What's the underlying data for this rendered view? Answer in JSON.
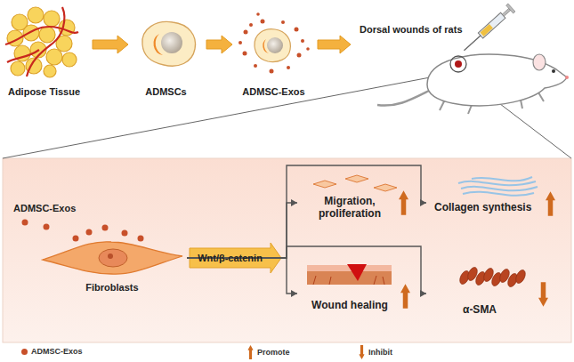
{
  "diagram": {
    "nodes": [
      {
        "text": [
          "Adipose Tissue"
        ]
      },
      {
        "text": [
          "ADMSCs"
        ]
      },
      {
        "text": [
          "ADMSC-Exos"
        ]
      },
      {
        "text": [
          "Dorsal wounds of rats"
        ]
      },
      {
        "text": [
          "Fibroblasts"
        ]
      },
      {
        "text": [
          "Migration, proliferation"
        ]
      },
      {
        "text": [
          "Collagen synthesis"
        ]
      },
      {
        "text": [
          "Wound healing"
        ]
      },
      {
        "text": [
          "α-SMA"
        ]
      }
    ],
    "edges": [
      {
        "from": 0,
        "to": 1,
        "arrow": "to"
      },
      {
        "from": 1,
        "to": 2,
        "arrow": "to"
      },
      {
        "from": 2,
        "to": 3,
        "arrow": "to"
      },
      {
        "from": 4,
        "to": 5,
        "arrow": "to",
        "label": "Wnt/β-catenin"
      },
      {
        "from": 4,
        "to": 6,
        "arrow": "to"
      },
      {
        "from": 4,
        "to": 7,
        "arrow": "to"
      },
      {
        "from": 4,
        "to": 8,
        "arrow": "to"
      }
    ],
    "labels": [
      "ADMSC-Exos"
    ],
    "legend": [
      {
        "text": "ADMSC-Exos",
        "color": "#c8502a"
      },
      {
        "text": "Promote"
      },
      {
        "text": "Inhibit"
      }
    ]
  }
}
